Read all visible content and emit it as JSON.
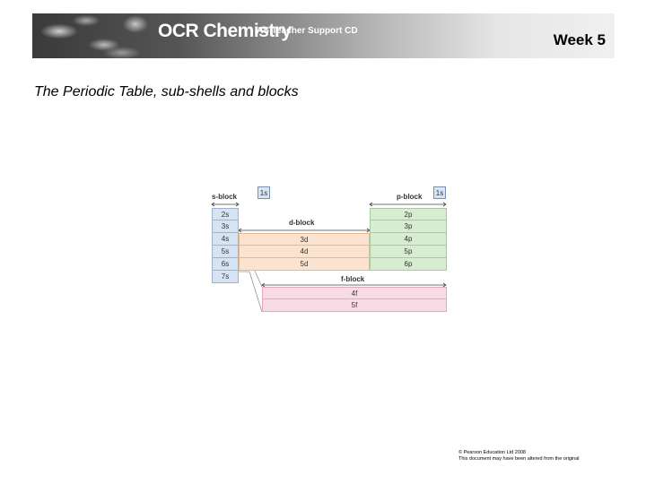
{
  "header": {
    "brand": "OCR Chemistry",
    "subtitle": "AS Teacher Support CD",
    "week": "Week 5"
  },
  "slide": {
    "title": "The Periodic Table, sub-shells and blocks"
  },
  "diagram": {
    "s_block_label": "s-block",
    "p_block_label": "p-block",
    "d_block_label": "d-block",
    "f_block_label": "f-block",
    "top_left_box": "1s",
    "top_right_box": "1s",
    "s_rows": [
      "2s",
      "3s",
      "4s",
      "5s",
      "6s",
      "7s"
    ],
    "p_rows": [
      "2p",
      "3p",
      "4p",
      "5p",
      "6p"
    ],
    "d_rows": [
      "3d",
      "4d",
      "5d"
    ],
    "f_rows": [
      "4f",
      "5f"
    ]
  },
  "colors": {
    "s_block": "#d6e3f3",
    "p_block": "#d8ecd2",
    "d_block": "#fce3cf",
    "f_block": "#f9dbe6"
  },
  "footer": {
    "line1": "© Pearson Education Ltd 2008",
    "line2": "This document may have been altered from the original"
  }
}
